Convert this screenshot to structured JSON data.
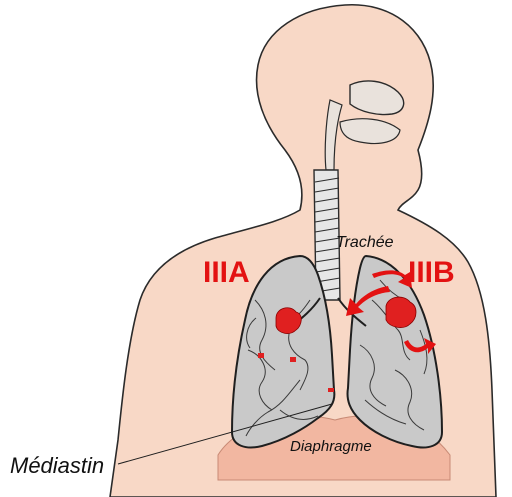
{
  "labels": {
    "stage_left": "IIIA",
    "stage_right": "IIIB",
    "trachea": "Trachée",
    "diaphragm": "Diaphragme",
    "mediastinum": "Médiastin"
  },
  "colors": {
    "skin": "#f8d8c6",
    "skin_outline": "#2b2b2b",
    "lung_fill": "#c9c9c9",
    "lung_outline": "#1f1f1f",
    "tumor": "#e02020",
    "stage_label": "#e31212",
    "diaphragm": "#f2b7a1"
  },
  "icons": {
    "spread_arrows": "curved-arrow-icon"
  }
}
